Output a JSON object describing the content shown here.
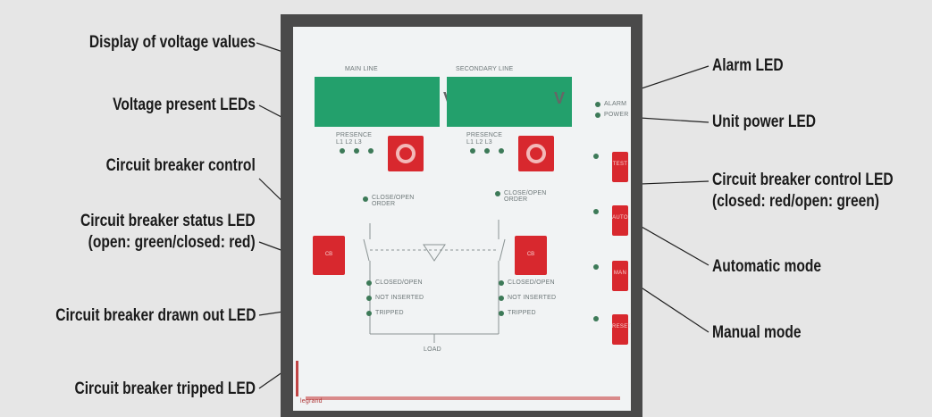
{
  "callouts": {
    "display_voltage": "Display of voltage values",
    "voltage_present_leds": "Voltage present LEDs",
    "cb_control": "Circuit breaker control",
    "cb_status_line1": "Circuit breaker status LED",
    "cb_status_line2": "(open: green/closed: red)",
    "cb_drawn_out": "Circuit breaker drawn out LED",
    "cb_tripped": "Circuit breaker tripped LED",
    "alarm_led": "Alarm LED",
    "unit_power_led": "Unit power LED",
    "cb_control_led_line1": "Circuit breaker control LED",
    "cb_control_led_line2": "(closed: red/open: green)",
    "automatic_mode": "Automatic mode",
    "manual_mode": "Manual mode"
  },
  "panel": {
    "main_line": "MAIN LINE",
    "secondary_line": "SECONDARY LINE",
    "volt_unit": "V",
    "presence": "PRESENCE",
    "phases": "L1  L2  L3",
    "alarm": "ALARM",
    "power": "POWER",
    "close_open": "CLOSE/OPEN",
    "order": "ORDER",
    "closed_open": "CLOSED/OPEN",
    "not_inserted": "NOT INSERTED",
    "tripped": "TRIPPED",
    "load": "LOAD",
    "btn_left": "CB",
    "btn_right": "CB",
    "btn_test": "TEST",
    "btn_auto": "AUTO",
    "btn_man": "MAN",
    "btn_reset": "RESET",
    "brand": "legrand"
  },
  "colors": {
    "display_green": "#23a06c",
    "button_red": "#d8282e",
    "panel_frame": "#4a4a4a"
  }
}
